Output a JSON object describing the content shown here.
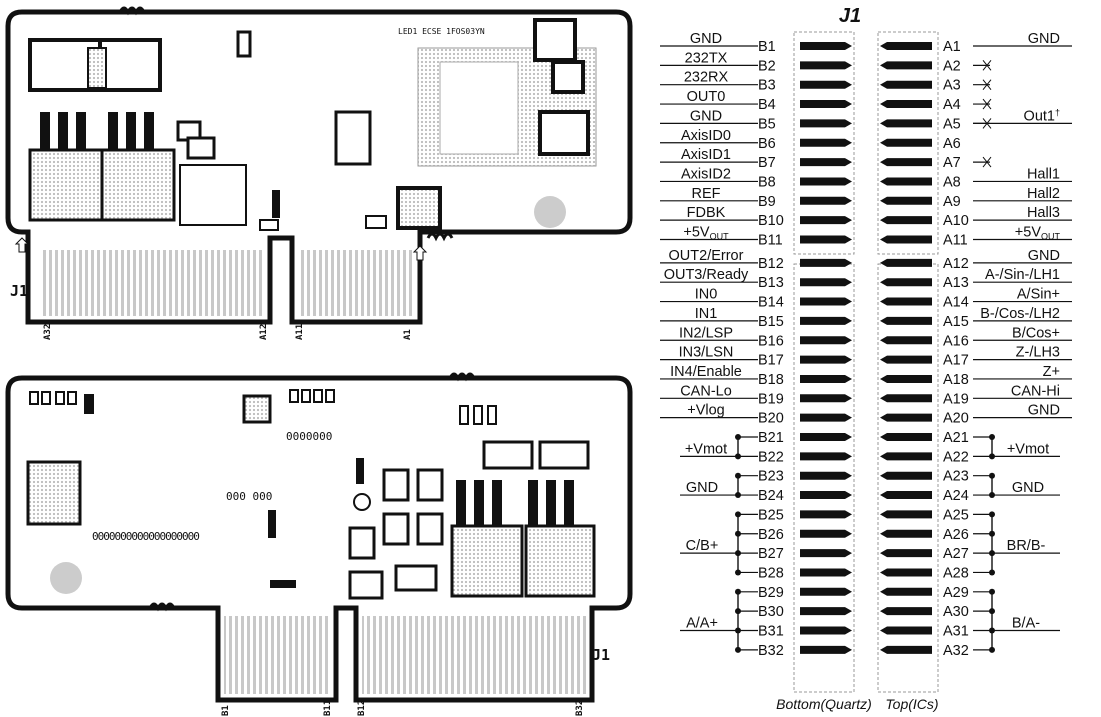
{
  "title": "J1",
  "column_labels": {
    "bottom": "Bottom(Quartz)",
    "top": "Top(ICs)"
  },
  "board_labels": {
    "top_board_connector": "J1",
    "bottom_board_connector": "J1",
    "top_board_pins": [
      "A32",
      "A12",
      "A11",
      "A1"
    ],
    "bottom_board_pins": [
      "B1",
      "B11",
      "B12",
      "B32"
    ]
  },
  "b_pins": [
    "B1",
    "B2",
    "B3",
    "B4",
    "B5",
    "B6",
    "B7",
    "B8",
    "B9",
    "B10",
    "B11",
    "B12",
    "B13",
    "B14",
    "B15",
    "B16",
    "B17",
    "B18",
    "B19",
    "B20",
    "B21",
    "B22",
    "B23",
    "B24",
    "B25",
    "B26",
    "B27",
    "B28",
    "B29",
    "B30",
    "B31",
    "B32"
  ],
  "a_pins": [
    "A1",
    "A2",
    "A3",
    "A4",
    "A5",
    "A6",
    "A7",
    "A8",
    "A9",
    "A10",
    "A11",
    "A12",
    "A13",
    "A14",
    "A15",
    "A16",
    "A17",
    "A18",
    "A19",
    "A20",
    "A21",
    "A22",
    "A23",
    "A24",
    "A25",
    "A26",
    "A27",
    "A28",
    "A29",
    "A30",
    "A31",
    "A32"
  ],
  "b_signals": [
    "GND",
    "232TX",
    "232RX",
    "OUT0",
    "GND",
    "AxisID0",
    "AxisID1",
    "AxisID2",
    "REF",
    "FDBK",
    "+5V",
    "OUT2/Error",
    "OUT3/Ready",
    "IN0",
    "IN1",
    "IN2/LSP",
    "IN3/LSN",
    "IN4/Enable",
    "CAN-Lo",
    "+Vlog"
  ],
  "b_signal_suffix": {
    "plus5v_sub": "OUT"
  },
  "a_signals": [
    "GND",
    "Out1",
    "Hall1",
    "Hall2",
    "Hall3",
    "+5V",
    "GND",
    "A-/Sin-/LH1",
    "A/Sin+",
    "B-/Cos-/LH2",
    "B/Cos+",
    "Z-/LH3",
    "Z+",
    "CAN-Hi",
    "GND"
  ],
  "a_signal_extras": {
    "out1_mark": "†",
    "plus5v_sub": "OUT"
  },
  "power_groups_b": [
    "+Vmot",
    "GND",
    "C/B+",
    "A/A+"
  ],
  "power_groups_a": [
    "+Vmot",
    "GND",
    "BR/B-",
    "B/A-"
  ]
}
